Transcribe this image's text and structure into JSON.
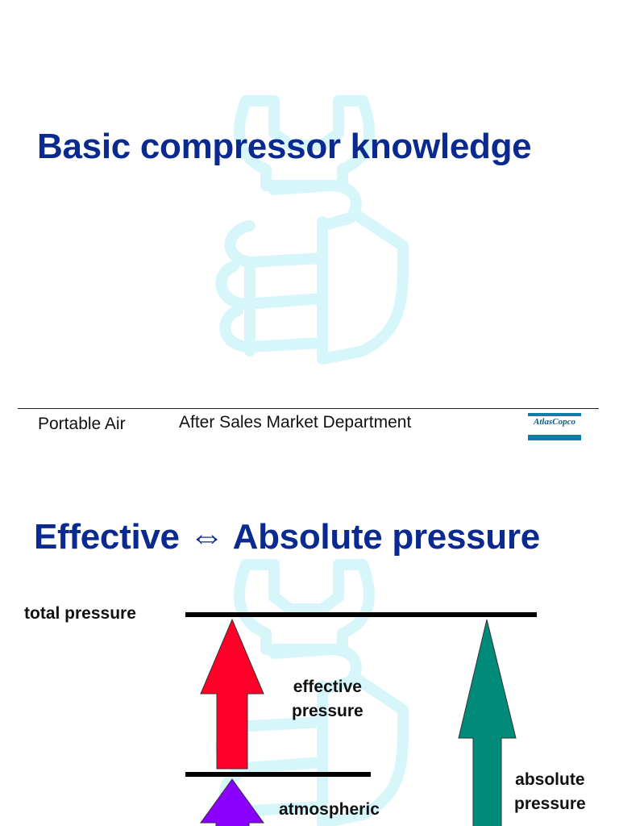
{
  "slide1": {
    "title": "Basic compressor knowledge"
  },
  "footer": {
    "left_text": "Portable Air",
    "center_text": "After Sales Market Department",
    "logo_text": "AtlasCopco"
  },
  "slide2": {
    "title": "Effective ⇔ Absolute pressure",
    "labels": {
      "total_pressure": "total pressure",
      "effective_line1": "effective",
      "effective_line2": "pressure",
      "absolute_line1": "absolute",
      "absolute_line2": "pressure",
      "atmospheric": "atmospheric"
    }
  },
  "colors": {
    "title_blue": "#0a2a8f",
    "watermark_cyan": "#d6f6fa",
    "effective_arrow_red": "#ff0029",
    "absolute_arrow_teal": "#008a7a",
    "atmospheric_arrow_purple": "#8a00ff",
    "logo_blue": "#0b7fa8"
  },
  "icons": {
    "watermark": "wrench-in-fist-icon"
  }
}
